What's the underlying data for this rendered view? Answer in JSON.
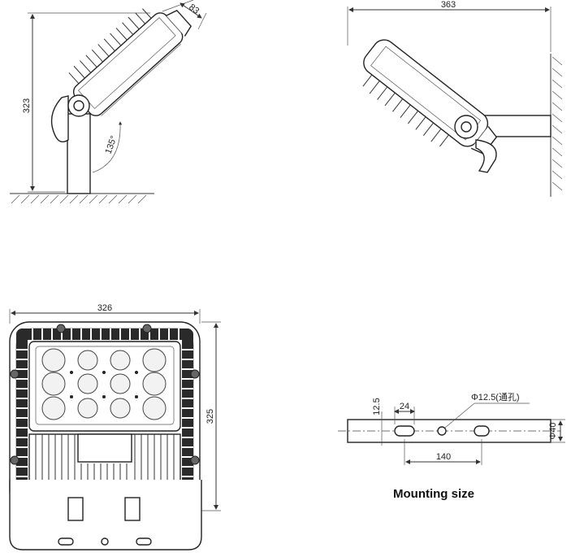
{
  "labels": {
    "side_height": "323",
    "side_depth": "83",
    "side_angle": "135°",
    "wall_length": "363",
    "front_width": "326",
    "front_height": "325",
    "mount_hole_dia": "Φ12.5(通孔)",
    "mount_edge": "12.5",
    "mount_slot": "24",
    "mount_spacing": "140",
    "mount_width": "Φ40",
    "mount_caption": "Mounting size"
  }
}
